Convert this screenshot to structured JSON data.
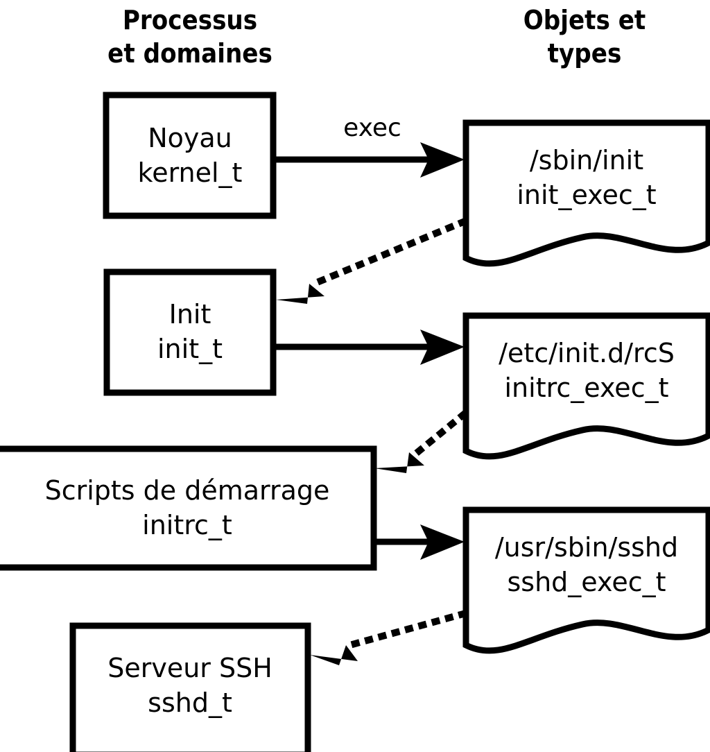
{
  "diagram": {
    "title_left": "Processus\net domaines",
    "columns": [
      {
        "id": "processes",
        "line1": "Processus",
        "line2": "et domaines"
      },
      {
        "id": "objects",
        "line1": "Objets et",
        "line2": "types"
      }
    ],
    "process_boxes": [
      {
        "id": "kernel",
        "line1": "Noyau",
        "line2": "kernel_t"
      },
      {
        "id": "init",
        "line1": "Init",
        "line2": "init_t"
      },
      {
        "id": "initrc",
        "line1": "Scripts de démarrage",
        "line2": "initrc_t"
      },
      {
        "id": "sshd",
        "line1": "Serveur SSH",
        "line2": "sshd_t"
      }
    ],
    "object_boxes": [
      {
        "id": "init_exec",
        "line1": "/sbin/init",
        "line2": "init_exec_t"
      },
      {
        "id": "initrc_exec",
        "line1": "/etc/init.d/rcS",
        "line2": "initrc_exec_t"
      },
      {
        "id": "sshd_exec",
        "line1": "/usr/sbin/sshd",
        "line2": "sshd_exec_t"
      }
    ],
    "edges": [
      {
        "id": "kernel-exec-init_exec",
        "label": "exec",
        "style": "solid",
        "from": "kernel",
        "to": "init_exec"
      },
      {
        "id": "init_exec-transition-init",
        "label": "",
        "style": "dotted",
        "from": "init_exec",
        "to": "init"
      },
      {
        "id": "init-exec-initrc_exec",
        "label": "",
        "style": "solid",
        "from": "init",
        "to": "initrc_exec"
      },
      {
        "id": "initrc_exec-transition-initrc",
        "label": "",
        "style": "dotted",
        "from": "initrc_exec",
        "to": "initrc"
      },
      {
        "id": "initrc-exec-sshd_exec",
        "label": "",
        "style": "solid",
        "from": "initrc",
        "to": "sshd_exec"
      },
      {
        "id": "sshd_exec-transition-sshd",
        "label": "",
        "style": "dotted",
        "from": "sshd_exec",
        "to": "sshd"
      }
    ],
    "colors": {
      "stroke": "#000000",
      "fill": "#ffffff",
      "background": "#ffffff"
    }
  }
}
